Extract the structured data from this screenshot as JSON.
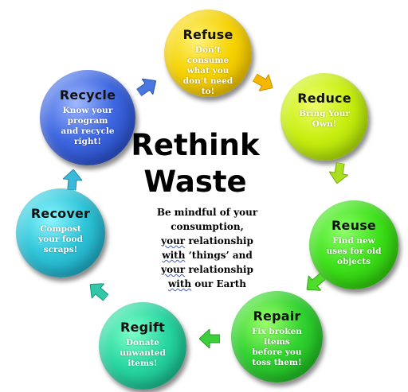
{
  "center": {
    "title_line1": "Rethink",
    "title_line2": "Waste",
    "line1": "Be mindful of your",
    "line2": "consumption,",
    "line3_a": "your",
    "line3_b": " relationship",
    "line4_a": "with",
    "line4_b": " ‘things’ and",
    "line5_a": "your",
    "line5_b": " relationship",
    "line6_a": "with",
    "line6_b": " our Earth"
  },
  "steps": {
    "refuse": {
      "title": "Refuse",
      "desc": "Don’t\nconsume\nwhat you\ndon’t need\nto!",
      "color": "#f5d200"
    },
    "reduce": {
      "title": "Reduce",
      "desc": "Bring Your\nOwn!",
      "color": "#c8ee10"
    },
    "reuse": {
      "title": "Reuse",
      "desc": "Find new\nuses for old\nobjects",
      "color": "#3de01a"
    },
    "repair": {
      "title": "Repair",
      "desc": "Fix broken\nitems\nbefore you\ntoss them!",
      "color": "#30d230"
    },
    "regift": {
      "title": "Regift",
      "desc": "Donate\nunwanted\nitems!",
      "color": "#28d6a0"
    },
    "recover": {
      "title": "Recover",
      "desc": "Compost\nyour food\nscraps!",
      "color": "#2ec4d8"
    },
    "recycle": {
      "title": "Recycle",
      "desc": "Know your\nprogram\nand recycle\nright!",
      "color": "#3d66e0"
    }
  },
  "arrow_colors": {
    "refuse_to_reduce": "#f5b800",
    "reduce_to_reuse": "#a8e020",
    "reuse_to_repair": "#50dc2a",
    "repair_to_regift": "#3ccf3c",
    "regift_to_recover": "#30c8a8",
    "recover_to_recycle": "#3cb8d8",
    "recycle_to_refuse": "#4a78e0"
  }
}
